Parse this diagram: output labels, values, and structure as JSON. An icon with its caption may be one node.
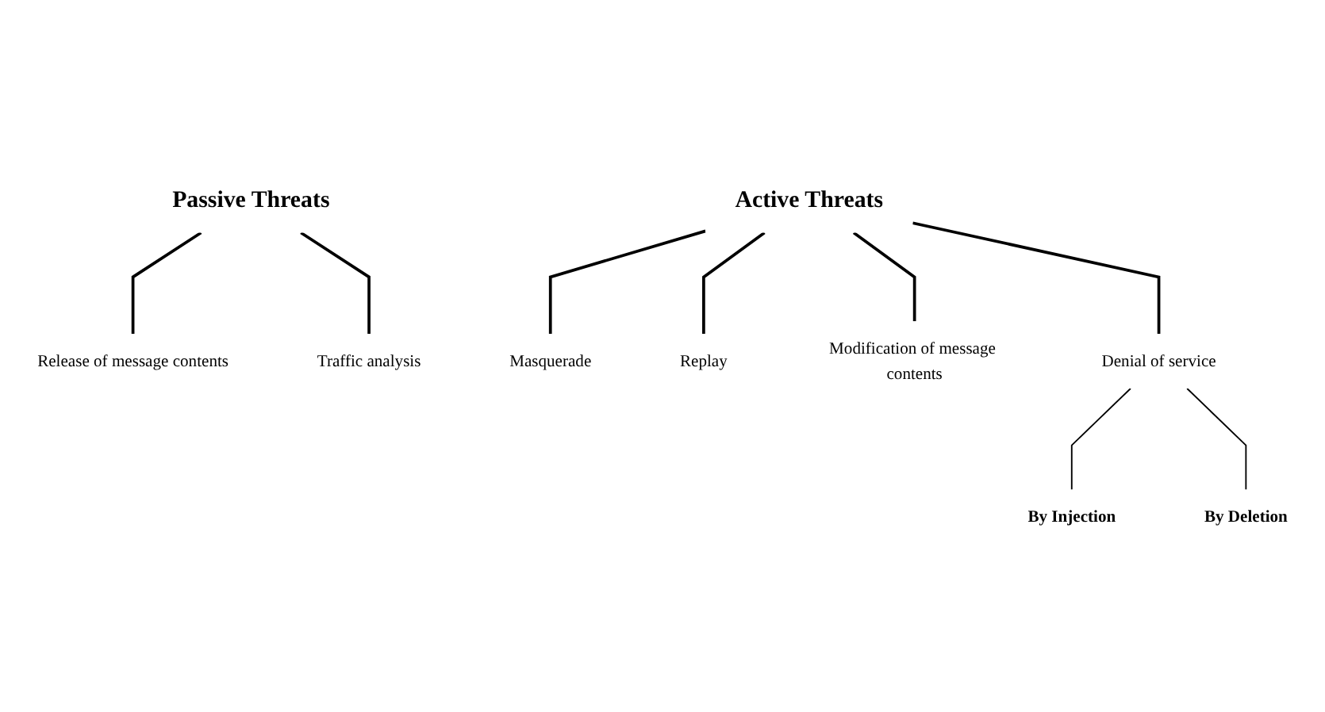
{
  "diagram": {
    "nodes": [
      {
        "text": [
          "Passive Threats"
        ]
      },
      {
        "text": [
          "Release of message contents"
        ]
      },
      {
        "text": [
          "Traffic analysis"
        ]
      },
      {
        "text": [
          "Active Threats"
        ]
      },
      {
        "text": [
          "Masquerade"
        ]
      },
      {
        "text": [
          "Replay"
        ]
      },
      {
        "text": [
          "Modification of message contents"
        ]
      },
      {
        "text": [
          "Denial of service"
        ]
      },
      {
        "text": [
          "By Injection"
        ]
      },
      {
        "text": [
          "By Deletion"
        ]
      }
    ],
    "edges": [
      {
        "from": 0,
        "to": 1,
        "arrow": "none"
      },
      {
        "from": 0,
        "to": 2,
        "arrow": "none"
      },
      {
        "from": 3,
        "to": 4,
        "arrow": "none"
      },
      {
        "from": 3,
        "to": 5,
        "arrow": "none"
      },
      {
        "from": 3,
        "to": 6,
        "arrow": "none"
      },
      {
        "from": 3,
        "to": 7,
        "arrow": "none"
      },
      {
        "from": 7,
        "to": 8,
        "arrow": "none"
      },
      {
        "from": 7,
        "to": 9,
        "arrow": "none"
      }
    ]
  }
}
